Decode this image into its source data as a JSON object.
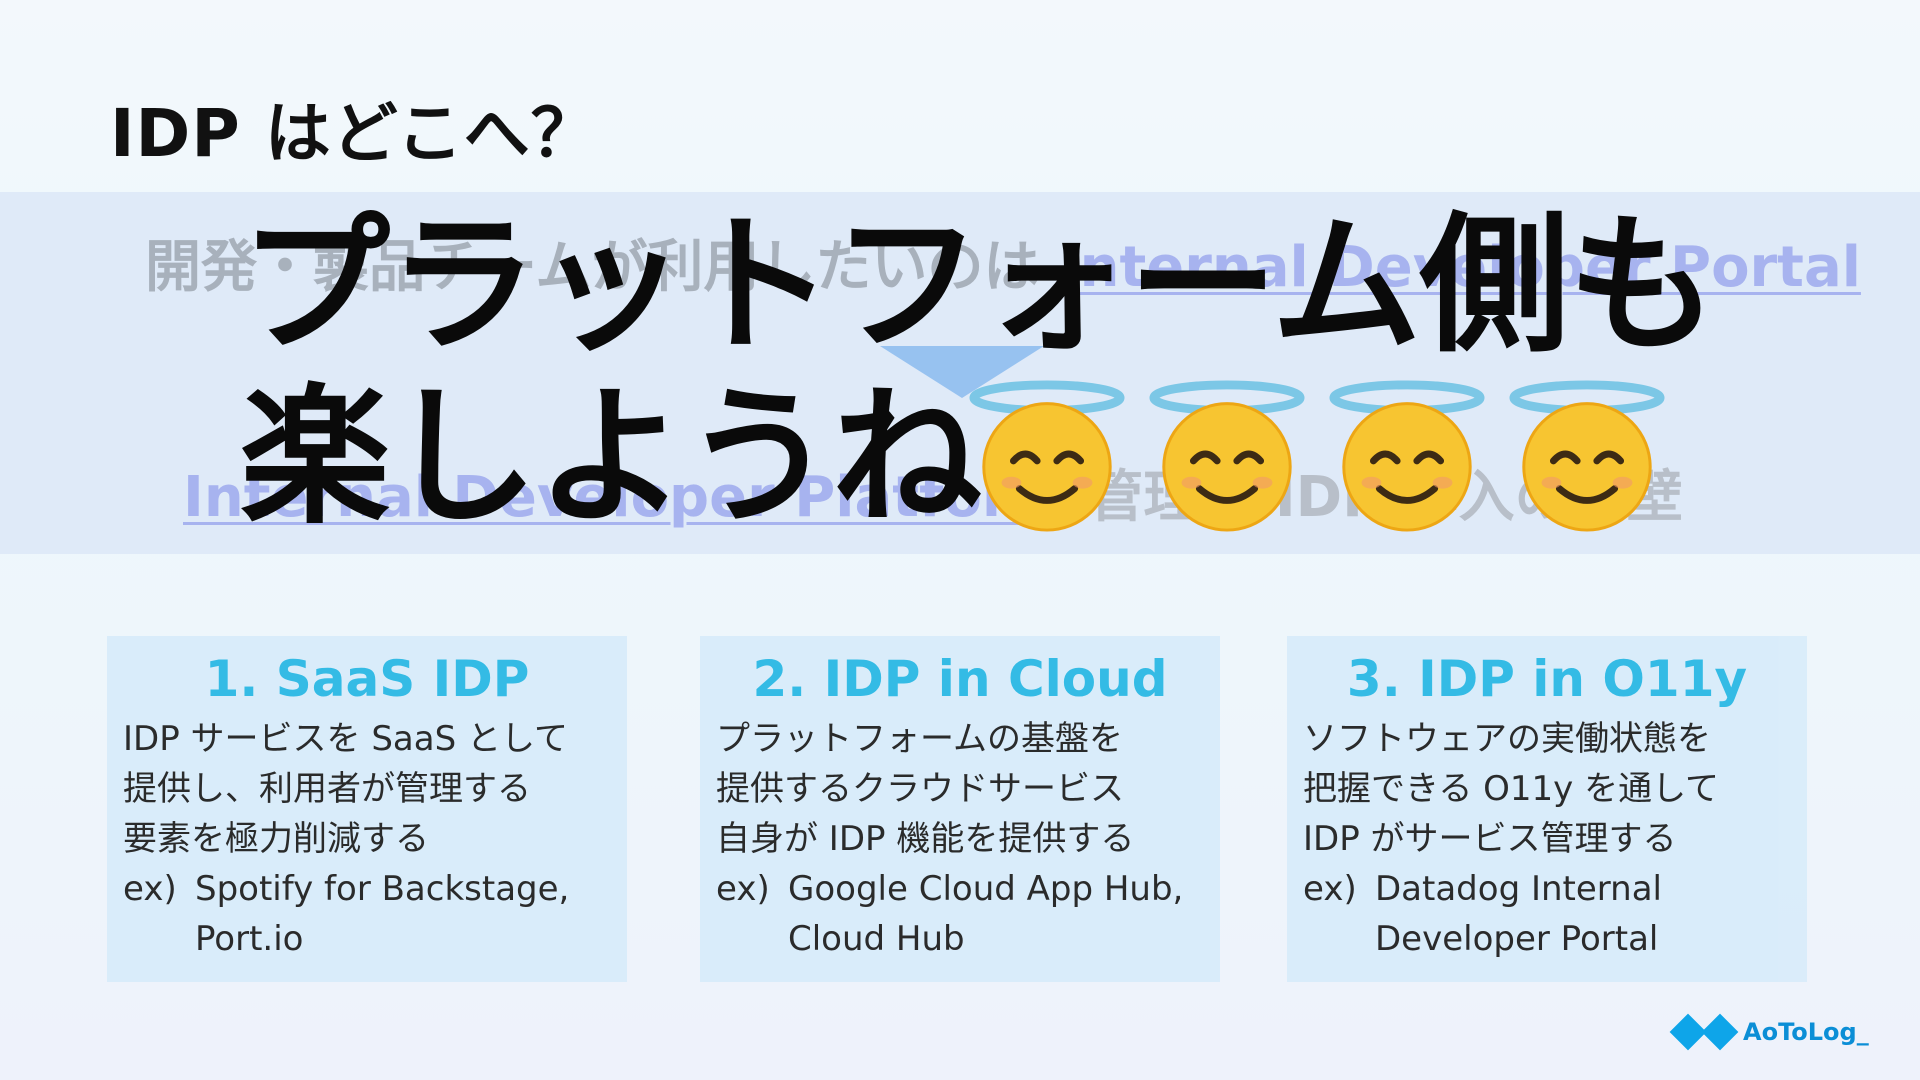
{
  "slide": {
    "title": "IDP はどこへ？",
    "bg_line1_a": "開発・製品チームが利用したいのは ",
    "bg_line1_b": "Internal Developer Portal",
    "bg_line2_a": "Internal Developer Platform",
    "bg_line2_b": " 管理と IDP 導入の障壁",
    "headline_line1": "プラットフォーム側も",
    "headline_line2": "楽しようね",
    "emoji": "smiling-face-with-halo"
  },
  "cards": [
    {
      "title": "1. SaaS IDP",
      "desc": "IDP サービスを SaaS として\n提供し、利用者が管理する\n要素を極力削減する",
      "ex_label": "ex)",
      "ex": "Spotify for Backstage,\nPort.io"
    },
    {
      "title": "2. IDP in Cloud",
      "desc": "プラットフォームの基盤を\n提供するクラウドサービス\n自身が IDP 機能を提供する",
      "ex_label": "ex)",
      "ex": "Google Cloud App Hub,\nCloud Hub"
    },
    {
      "title": "3. IDP in O11y",
      "desc": "ソフトウェアの実働状態を\n把握できる O11y を通して\nIDP がサービス管理する",
      "ex_label": "ex)",
      "ex": "Datadog Internal\nDeveloper Portal"
    }
  ],
  "logo": {
    "text": "AoToLog_"
  },
  "colors": {
    "accent": "#25b7e4",
    "band": "#dde9f8",
    "card": "#d8ecfa"
  }
}
